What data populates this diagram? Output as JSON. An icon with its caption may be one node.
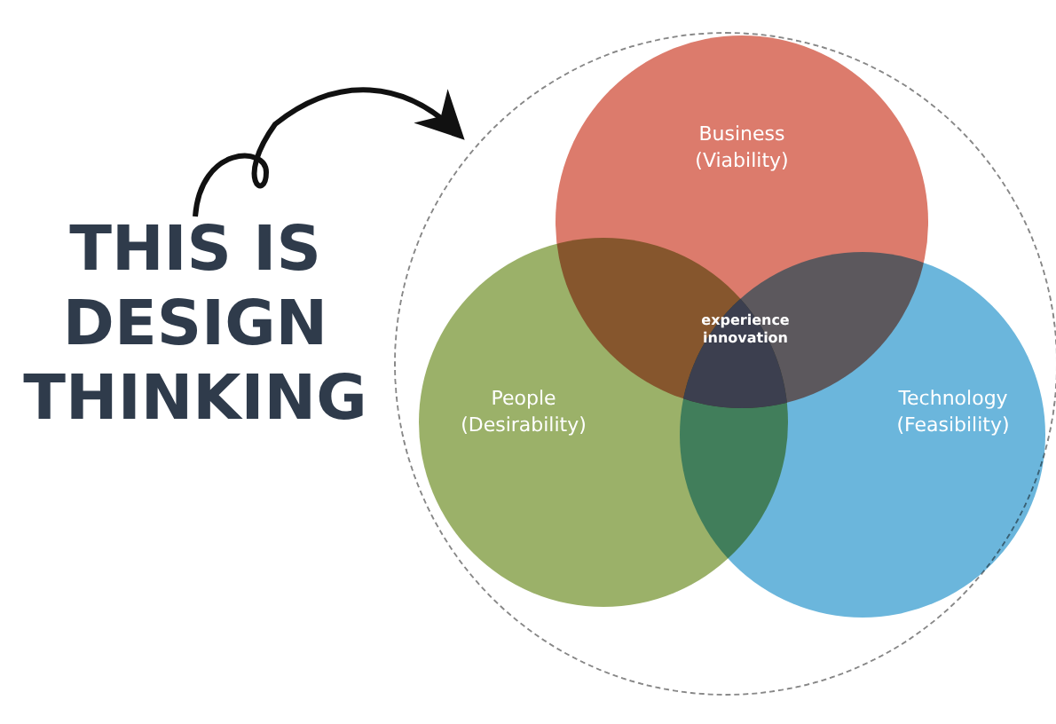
{
  "diagram": {
    "nodes": [
      {
        "text": [
          "THIS IS DESIGN THINKING"
        ]
      },
      {
        "text": [],
        "shape": "circle"
      },
      {
        "text": [
          "Business (Viability)"
        ],
        "in": 1
      },
      {
        "text": [
          "People (Desirability)"
        ],
        "in": 1
      },
      {
        "text": [
          "Technology (Feasibility)"
        ],
        "in": 1
      },
      {
        "text": [
          "experience innovation"
        ],
        "in": 1
      }
    ],
    "edges": [
      {
        "from": 0,
        "to": 1,
        "arrow": "to"
      }
    ]
  }
}
